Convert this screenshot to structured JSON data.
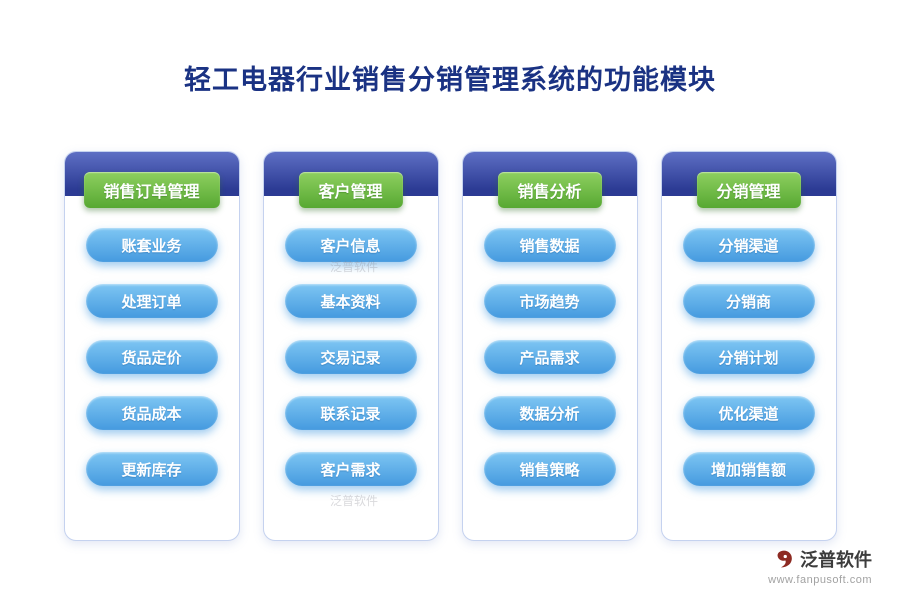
{
  "page": {
    "title": "轻工电器行业销售分销管理系统的功能模块"
  },
  "columns": [
    {
      "header": "销售订单管理",
      "items": [
        "账套业务",
        "处理订单",
        "货品定价",
        "货品成本",
        "更新库存"
      ]
    },
    {
      "header": "客户管理",
      "items": [
        "客户信息",
        "基本资料",
        "交易记录",
        "联系记录",
        "客户需求"
      ]
    },
    {
      "header": "销售分析",
      "items": [
        "销售数据",
        "市场趋势",
        "产品需求",
        "数据分析",
        "销售策略"
      ]
    },
    {
      "header": "分销管理",
      "items": [
        "分销渠道",
        "分销商",
        "分销计划",
        "优化渠道",
        "增加销售额"
      ]
    }
  ],
  "watermark": "泛普软件",
  "footer": {
    "brand": "泛普软件",
    "url": "www.fanpusoft.com"
  },
  "colors": {
    "title_text": "#1a3283",
    "header_band": "#2c3b94",
    "module_button_green": "#6cb944",
    "feature_pill_blue": "#459adf",
    "card_border": "#c5d2ef",
    "logo_red": "#8d2a22"
  }
}
